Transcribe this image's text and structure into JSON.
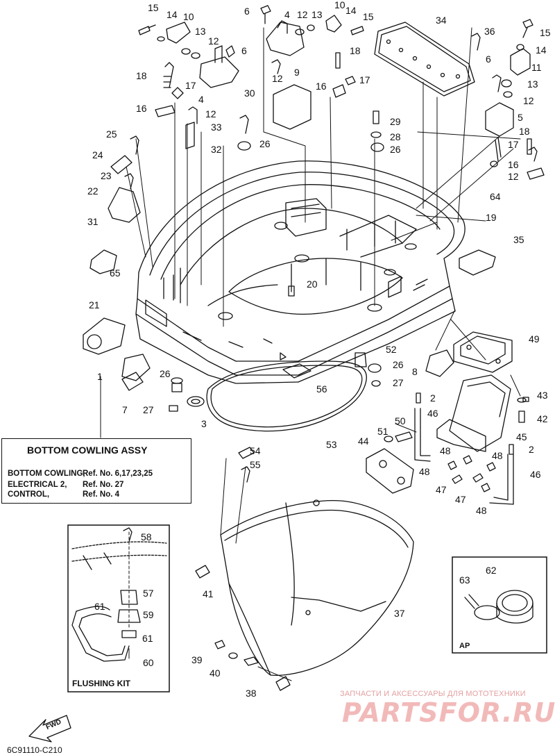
{
  "callouts": [
    {
      "id": "c15a",
      "text": "15"
    },
    {
      "id": "c14a",
      "text": "14"
    },
    {
      "id": "c10a",
      "text": "10"
    },
    {
      "id": "c13a",
      "text": "13"
    },
    {
      "id": "c12a",
      "text": "12"
    },
    {
      "id": "c6a",
      "text": "6"
    },
    {
      "id": "c18a",
      "text": "18"
    },
    {
      "id": "c17a",
      "text": "17"
    },
    {
      "id": "c4a",
      "text": "4"
    },
    {
      "id": "c16a",
      "text": "16"
    },
    {
      "id": "c12b",
      "text": "12"
    },
    {
      "id": "c33",
      "text": "33"
    },
    {
      "id": "c32",
      "text": "32"
    },
    {
      "id": "c25",
      "text": "25"
    },
    {
      "id": "c24",
      "text": "24"
    },
    {
      "id": "c23",
      "text": "23"
    },
    {
      "id": "c22",
      "text": "22"
    },
    {
      "id": "c31",
      "text": "31"
    },
    {
      "id": "c65",
      "text": "65"
    },
    {
      "id": "c21",
      "text": "21"
    },
    {
      "id": "c1",
      "text": "1"
    },
    {
      "id": "c7",
      "text": "7"
    },
    {
      "id": "c26a",
      "text": "26"
    },
    {
      "id": "c27a",
      "text": "27"
    },
    {
      "id": "c3",
      "text": "3"
    },
    {
      "id": "c6b",
      "text": "6"
    },
    {
      "id": "c4b",
      "text": "4"
    },
    {
      "id": "c12c",
      "text": "12"
    },
    {
      "id": "c13b",
      "text": "13"
    },
    {
      "id": "c10b",
      "text": "10"
    },
    {
      "id": "c14b",
      "text": "14"
    },
    {
      "id": "c15b",
      "text": "15"
    },
    {
      "id": "c18b",
      "text": "18"
    },
    {
      "id": "c12d",
      "text": "12"
    },
    {
      "id": "c9",
      "text": "9"
    },
    {
      "id": "c16b",
      "text": "16"
    },
    {
      "id": "c17b",
      "text": "17"
    },
    {
      "id": "c30",
      "text": "30"
    },
    {
      "id": "c26b",
      "text": "26"
    },
    {
      "id": "c34",
      "text": "34"
    },
    {
      "id": "c36",
      "text": "36"
    },
    {
      "id": "c29",
      "text": "29"
    },
    {
      "id": "c28",
      "text": "28"
    },
    {
      "id": "c26c",
      "text": "26"
    },
    {
      "id": "c15c",
      "text": "15"
    },
    {
      "id": "c14c",
      "text": "14"
    },
    {
      "id": "c11",
      "text": "11"
    },
    {
      "id": "c6c",
      "text": "6"
    },
    {
      "id": "c13c",
      "text": "13"
    },
    {
      "id": "c12e",
      "text": "12"
    },
    {
      "id": "c5",
      "text": "5"
    },
    {
      "id": "c18c",
      "text": "18"
    },
    {
      "id": "c17c",
      "text": "17"
    },
    {
      "id": "c16c",
      "text": "16"
    },
    {
      "id": "c12f",
      "text": "12"
    },
    {
      "id": "c64",
      "text": "64"
    },
    {
      "id": "c19",
      "text": "19"
    },
    {
      "id": "c35",
      "text": "35"
    },
    {
      "id": "c20",
      "text": "20"
    },
    {
      "id": "c49",
      "text": "49"
    },
    {
      "id": "c52",
      "text": "52"
    },
    {
      "id": "c26d",
      "text": "26"
    },
    {
      "id": "c8",
      "text": "8"
    },
    {
      "id": "c56",
      "text": "56"
    },
    {
      "id": "c27b",
      "text": "27"
    },
    {
      "id": "c2a",
      "text": "2"
    },
    {
      "id": "c43",
      "text": "43"
    },
    {
      "id": "c42",
      "text": "42"
    },
    {
      "id": "c46a",
      "text": "46"
    },
    {
      "id": "c50",
      "text": "50"
    },
    {
      "id": "c51",
      "text": "51"
    },
    {
      "id": "c53",
      "text": "53"
    },
    {
      "id": "c44",
      "text": "44"
    },
    {
      "id": "c45",
      "text": "45"
    },
    {
      "id": "c48a",
      "text": "48"
    },
    {
      "id": "c48b",
      "text": "48"
    },
    {
      "id": "c2b",
      "text": "2"
    },
    {
      "id": "c48c",
      "text": "48"
    },
    {
      "id": "c46b",
      "text": "46"
    },
    {
      "id": "c47a",
      "text": "47"
    },
    {
      "id": "c47b",
      "text": "47"
    },
    {
      "id": "c48d",
      "text": "48"
    },
    {
      "id": "c54",
      "text": "54"
    },
    {
      "id": "c55",
      "text": "55"
    },
    {
      "id": "c58",
      "text": "58"
    },
    {
      "id": "c57",
      "text": "57"
    },
    {
      "id": "c61a",
      "text": "61"
    },
    {
      "id": "c59",
      "text": "59"
    },
    {
      "id": "c61b",
      "text": "61"
    },
    {
      "id": "c60",
      "text": "60"
    },
    {
      "id": "c41",
      "text": "41"
    },
    {
      "id": "c37",
      "text": "37"
    },
    {
      "id": "c39",
      "text": "39"
    },
    {
      "id": "c40",
      "text": "40"
    },
    {
      "id": "c38",
      "text": "38"
    },
    {
      "id": "c63",
      "text": "63"
    },
    {
      "id": "c62",
      "text": "62"
    }
  ],
  "assy_box": {
    "title": "BOTTOM COWLING ASSY",
    "rows": [
      {
        "name": "BOTTOM COWLING,",
        "ref": "Ref. No. 6,17,23,25"
      },
      {
        "name": "ELECTRICAL 2,",
        "ref": "Ref. No. 27"
      },
      {
        "name": "CONTROL,",
        "ref": "Ref. No. 4"
      }
    ]
  },
  "flushing_kit_label": "FLUSHING KIT",
  "ap_label": "AP",
  "fwd_label": "FWD",
  "diagram_code": "6C91110-C210",
  "watermark": {
    "line1": "ЗАПЧАСТИ И АКСЕССУАРЫ ДЛЯ МОТОТЕХНИКИ",
    "line2": "PARTSFOR.RU"
  }
}
